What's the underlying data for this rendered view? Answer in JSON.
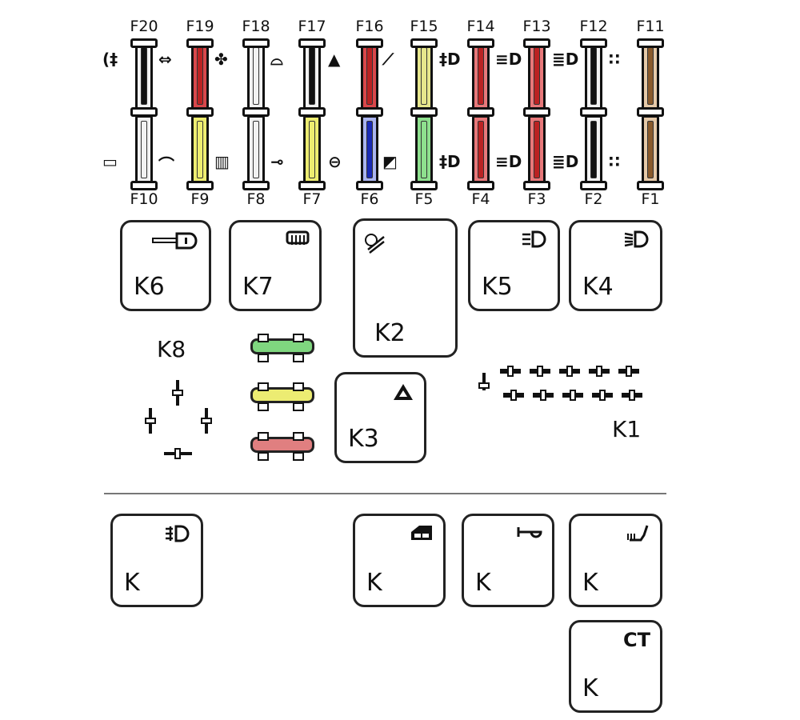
{
  "fuses_top": [
    {
      "label": "F20",
      "color": "#f2f2f2",
      "core": "#111",
      "icon": "rear-fog-lamp-icon"
    },
    {
      "label": "F19",
      "color": "#d9474b",
      "core": "#b22",
      "icon": "turn-signal-icon"
    },
    {
      "label": "F18",
      "color": "#f2f2f2",
      "core": "#f2f2f2",
      "icon": "fan-icon"
    },
    {
      "label": "F17",
      "color": "#f2f2f2",
      "core": "#111",
      "icon": "interior-light-icon"
    },
    {
      "label": "F16",
      "color": "#d9474b",
      "core": "#b22",
      "icon": "hazard-icon"
    },
    {
      "label": "F15",
      "color": "#e6e68c",
      "core": "#e6e68c",
      "icon": "seat-heater-icon"
    },
    {
      "label": "F14",
      "color": "#e8787a",
      "core": "#b22",
      "icon": "fog-lamp-icon"
    },
    {
      "label": "F13",
      "color": "#e8787a",
      "core": "#b22",
      "icon": "low-beam-icon"
    },
    {
      "label": "F12",
      "color": "#f2f2f2",
      "core": "#111",
      "icon": "high-beam-icon"
    },
    {
      "label": "F11",
      "color": "#e6c9a8",
      "core": "#8a5a2b",
      "icon": "parking-lights-icon"
    }
  ],
  "fuses_bottom": [
    {
      "label": "F10",
      "color": "#f2f2f2",
      "core": "#f2f2f2",
      "icon": "door-lock-icon"
    },
    {
      "label": "F9",
      "color": "#eded70",
      "core": "#eded70",
      "icon": "wiper-icon"
    },
    {
      "label": "F8",
      "color": "#f2f2f2",
      "core": "#f2f2f2",
      "icon": "rear-defrost-icon"
    },
    {
      "label": "F7",
      "color": "#eded70",
      "core": "#eded70",
      "icon": "horn-icon"
    },
    {
      "label": "F6",
      "color": "#aab4f0",
      "core": "#1a2ab5",
      "icon": "ignition-icon"
    },
    {
      "label": "F5",
      "color": "#8ee08e",
      "core": "#8ee08e",
      "icon": "power-window-icon"
    },
    {
      "label": "F4",
      "color": "#e8787a",
      "core": "#b22",
      "icon": "fog-lamp-icon"
    },
    {
      "label": "F3",
      "color": "#e8787a",
      "core": "#b22",
      "icon": "low-beam-icon"
    },
    {
      "label": "F2",
      "color": "#f2f2f2",
      "core": "#111",
      "icon": "high-beam-icon"
    },
    {
      "label": "F1",
      "color": "#e6c9a8",
      "core": "#8a5a2b",
      "icon": "parking-lights-icon"
    }
  ],
  "relays": {
    "k6": "K6",
    "k7": "K7",
    "k2": "K2",
    "k5": "K5",
    "k4": "K4",
    "k3": "K3",
    "k8": "K8",
    "k1": "K1"
  },
  "spare_relays": {
    "k_fog": "K",
    "k_window": "K",
    "k_horn": "K",
    "k_seat": "K",
    "k_ct": "K",
    "ct_label": "CT"
  },
  "mini_fuse_colors": [
    "#7fd67f",
    "#ecec72",
    "#e07f80"
  ]
}
